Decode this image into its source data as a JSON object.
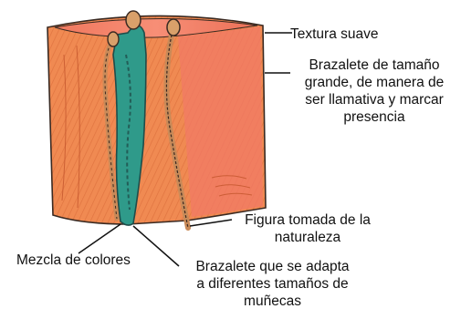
{
  "labels": {
    "textura": "Textura suave",
    "brazalete": [
      "Brazalete de tamaño",
      "grande, de manera de",
      "ser llamativa y marcar",
      "presencia"
    ],
    "figura": [
      "Figura tomada de la",
      "naturaleza"
    ],
    "mezcla": "Mezcla de colores",
    "adapta": [
      "Brazalete que se adapta",
      "a diferentes tamaños de",
      "muñecas"
    ]
  },
  "colors": {
    "cuff_orange": "#f08a52",
    "cuff_inner": "#f47a6a",
    "cuff_shadow": "#d86a3c",
    "snake_teal": "#2f9a8a",
    "snake_dark": "#1f4d4a",
    "snake_tan": "#d9a06a",
    "outline": "#3a2a22"
  }
}
